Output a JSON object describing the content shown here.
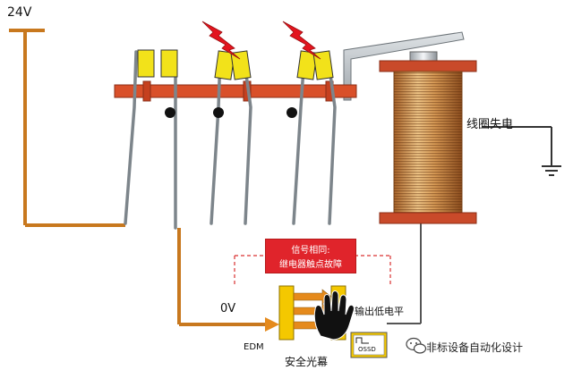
{
  "labels": {
    "voltage_top": "24V",
    "coil_state": "线圈失电",
    "zero_volt": "0V",
    "output_low": "输出低电平",
    "edm": "EDM",
    "light_curtain": "安全光幕",
    "ossd": "OSSD"
  },
  "fault_box": {
    "line1": "信号相同:",
    "line2": "继电器触点故障"
  },
  "watermark": {
    "text": "非标设备自动化设计"
  },
  "colors": {
    "wire": "#c8781e",
    "bar": "#d9502a",
    "coil_copper": "#c98b42",
    "contact_yellow": "#f2e21a",
    "fault_red": "#e0242b",
    "lightning": "#e3141e",
    "curtain_yellow": "#f4c800",
    "arrow_orange": "#e58a1c"
  },
  "icons": {
    "hand": "hand-icon",
    "lightning": "lightning-icon",
    "ground": "ground-icon",
    "wechat": "wechat-icon"
  }
}
